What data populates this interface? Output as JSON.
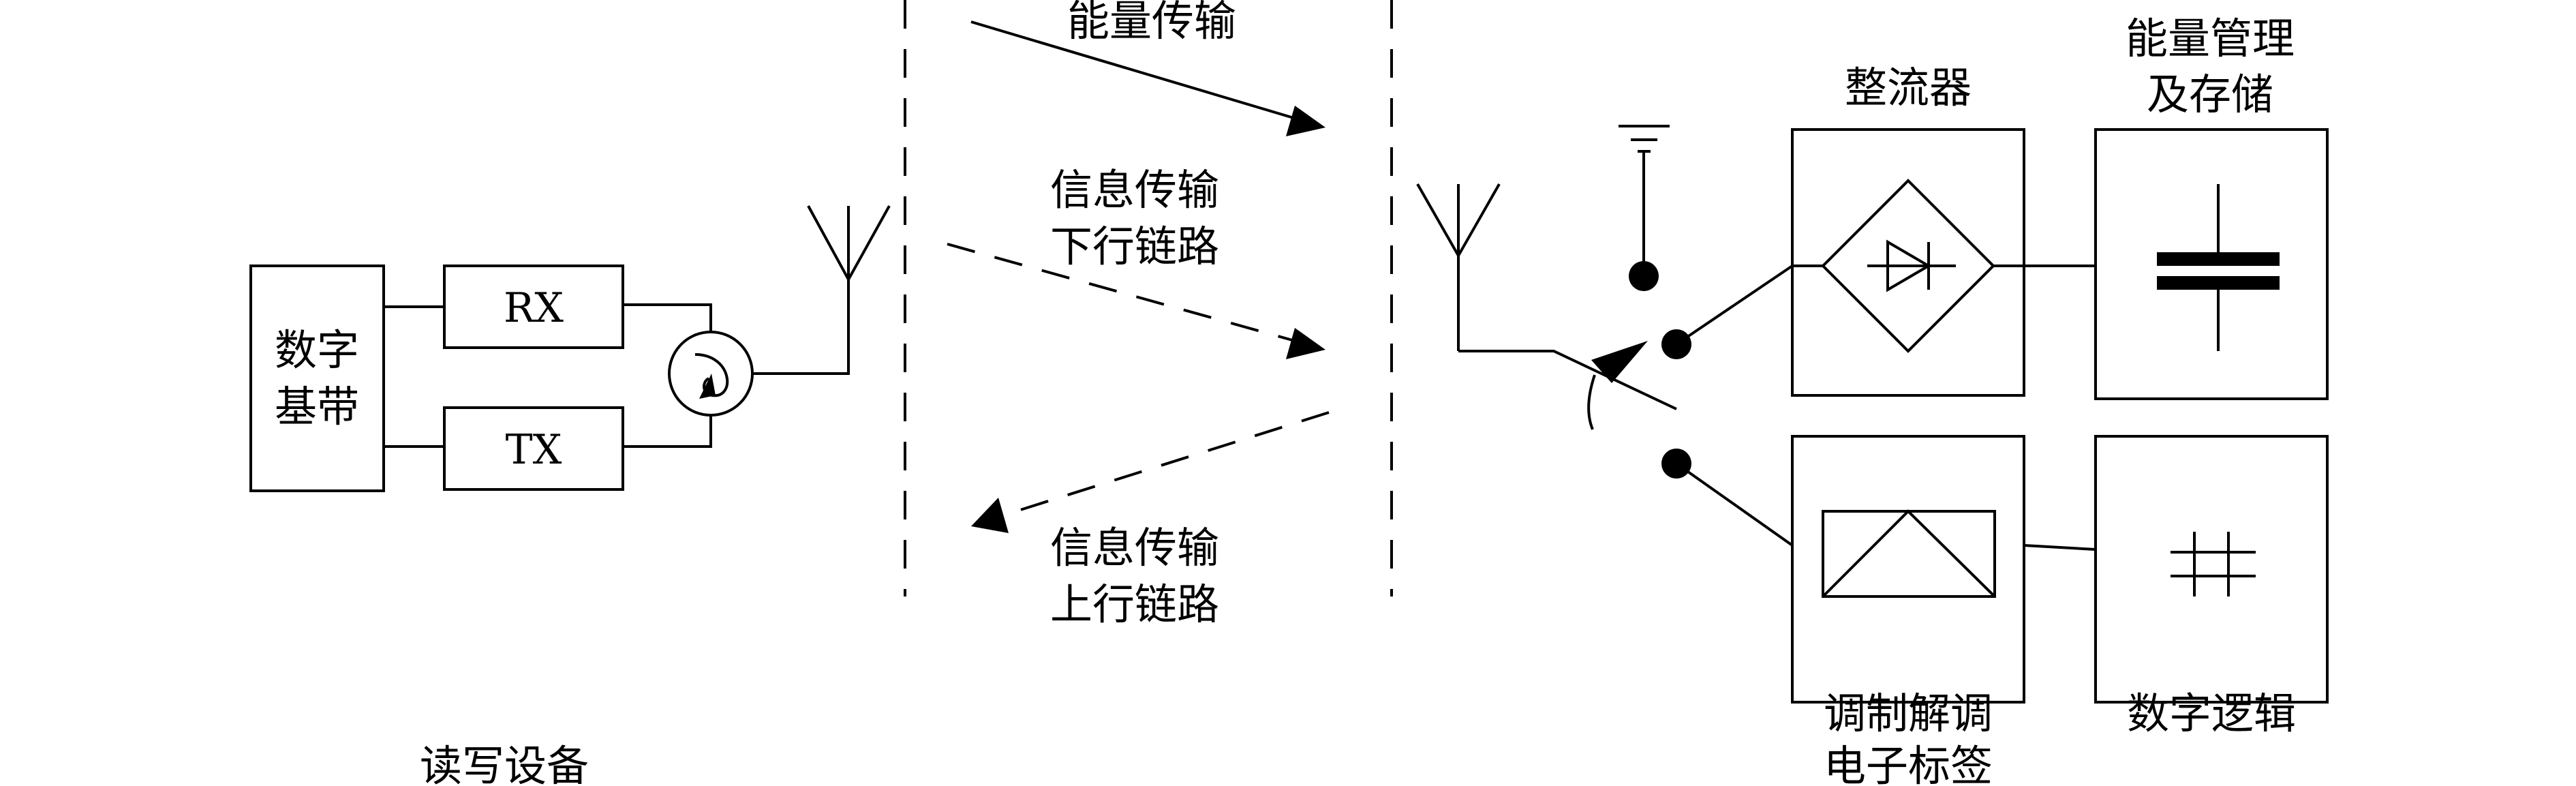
{
  "reader": {
    "baseband": [
      "数字",
      "基带"
    ],
    "rx": "RX",
    "tx": "TX",
    "label": "读写设备"
  },
  "channel": {
    "energy": "能量传输",
    "downlink": [
      "信息传输",
      "下行链路"
    ],
    "uplink": [
      "信息传输",
      "上行链路"
    ]
  },
  "tag": {
    "rectifier": "整流器",
    "energy_mgmt": [
      "能量管理",
      "及存储"
    ],
    "modem": [
      "调制解调",
      "电子标签"
    ],
    "digital_logic": "数字逻辑"
  }
}
